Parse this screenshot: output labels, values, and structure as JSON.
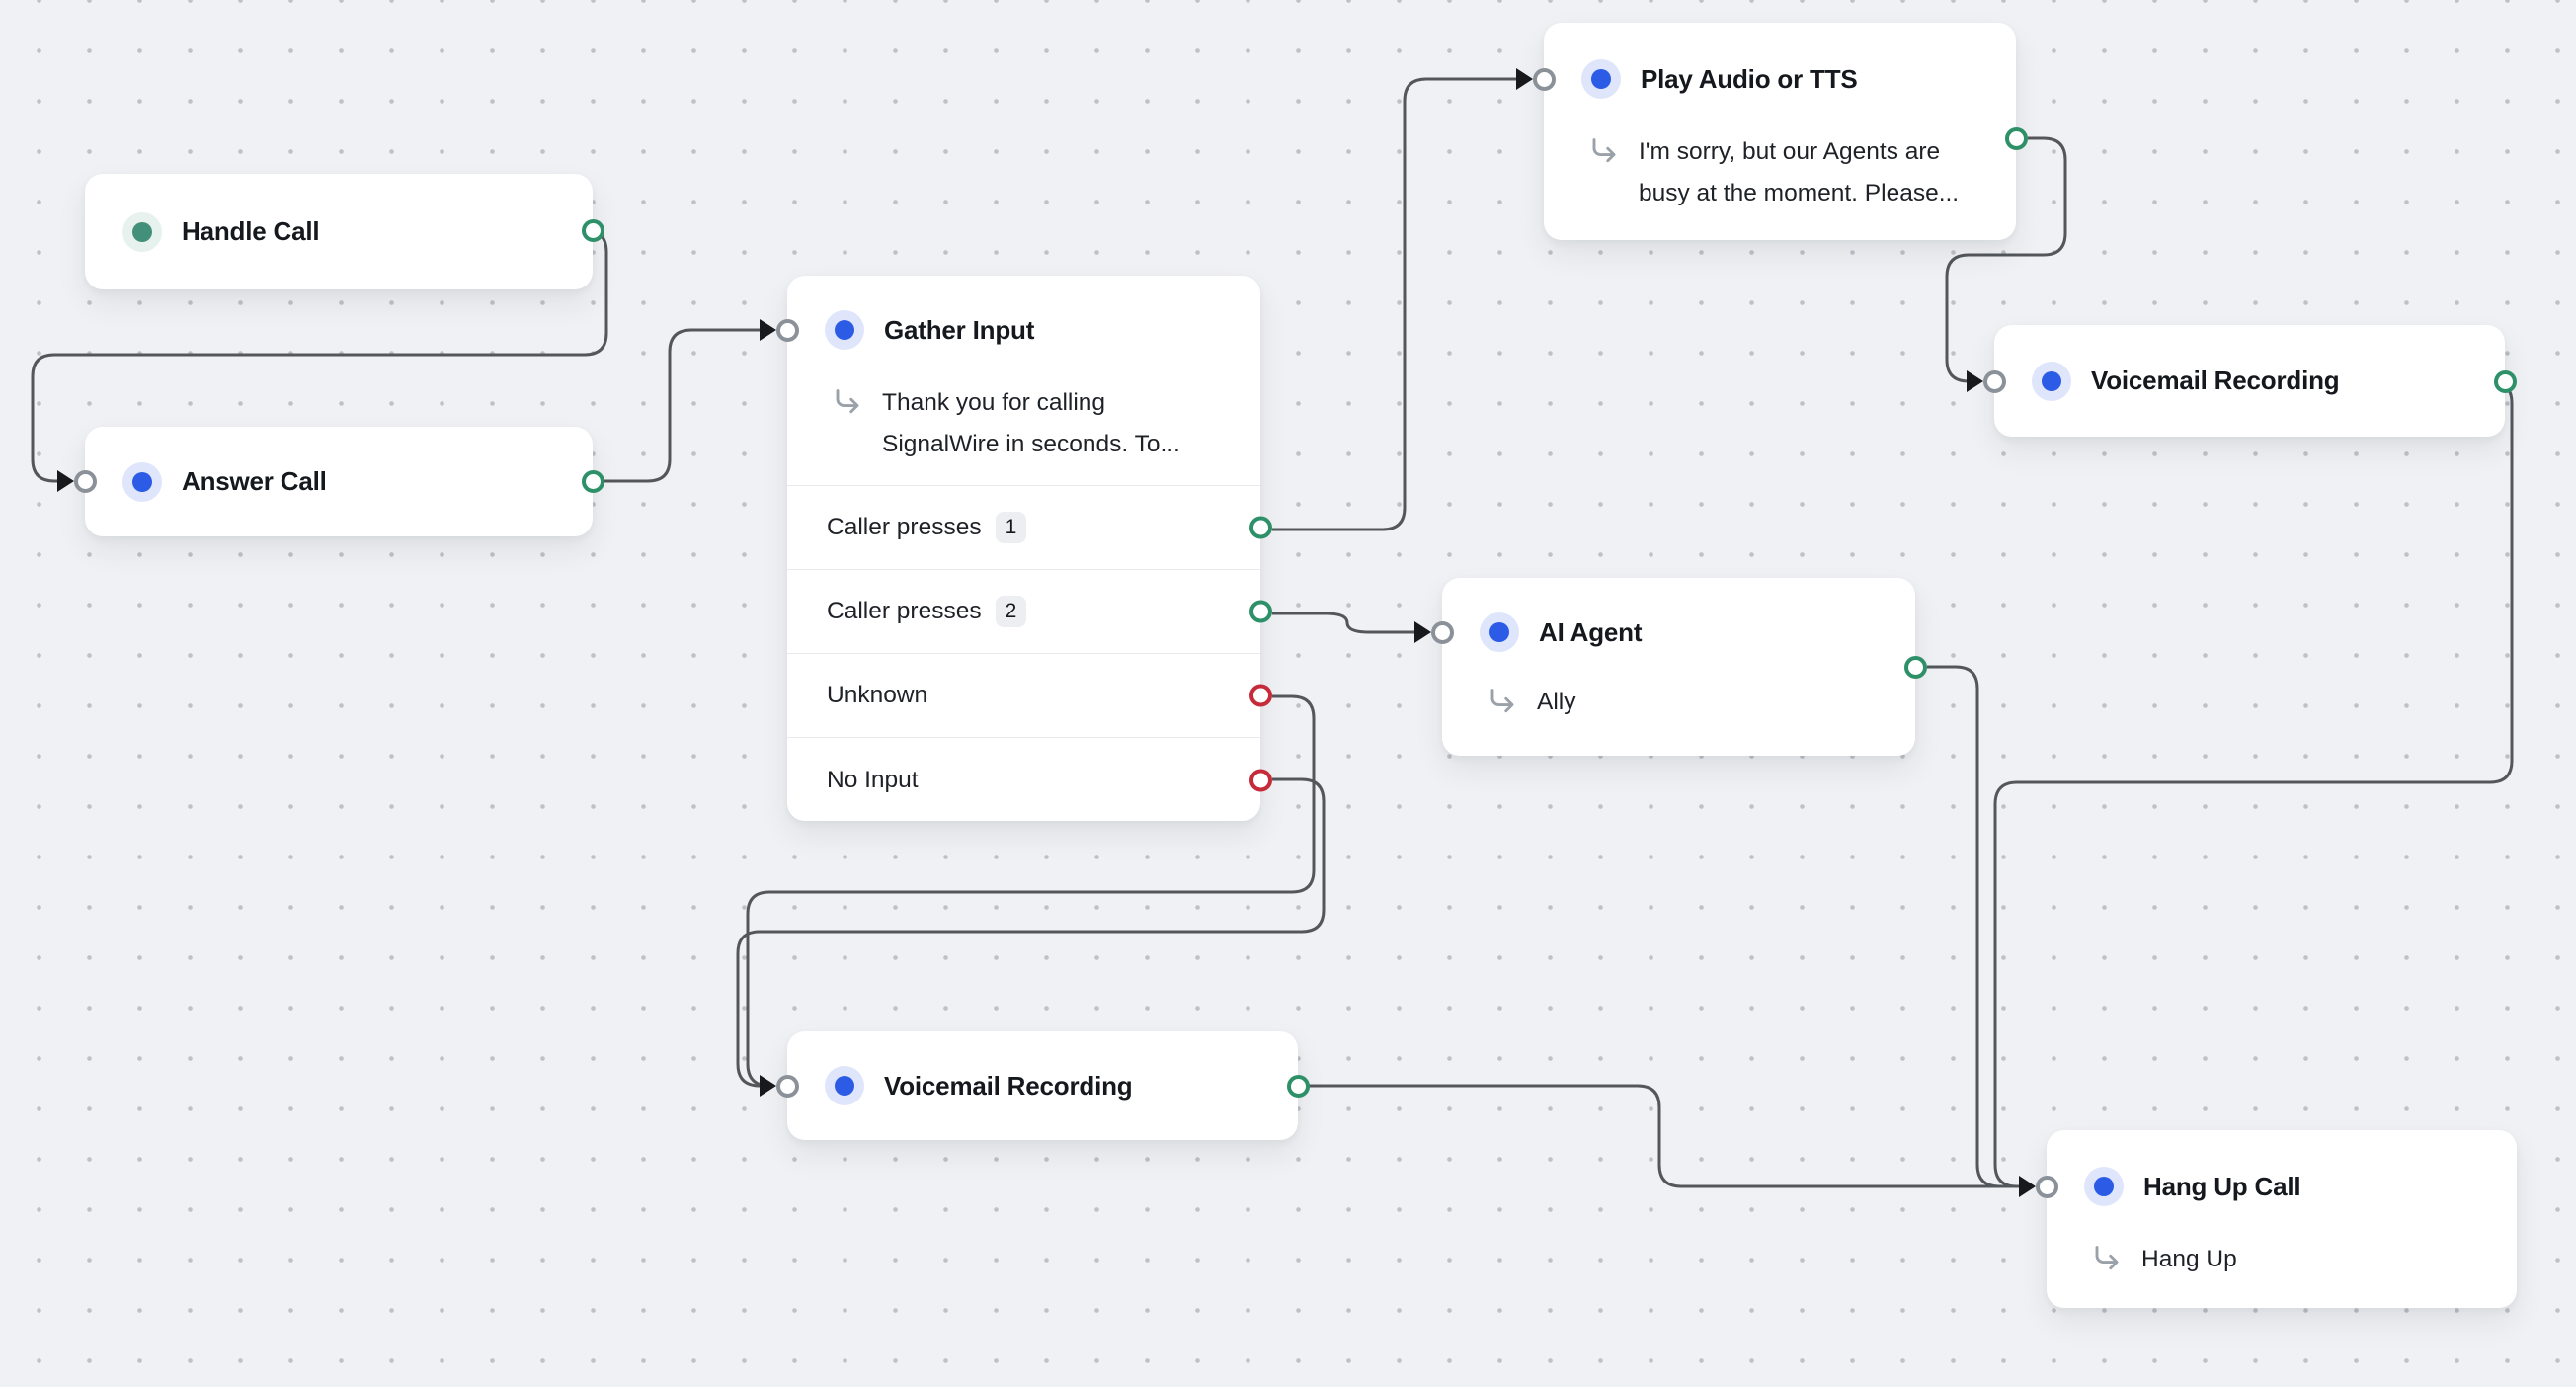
{
  "canvas": {
    "background_color": "#f0f1f4",
    "grid_dot_color": "#9499a3",
    "edge_color": "#53575c",
    "port_success_color": "#2e9068",
    "port_failure_color": "#c52b39",
    "port_input_color": "#8b9198",
    "node_accent_blue": "#2c5ce6",
    "node_accent_teal": "#43907a"
  },
  "nodes": {
    "handle_call": {
      "title": "Handle Call"
    },
    "answer_call": {
      "title": "Answer Call"
    },
    "gather_input": {
      "title": "Gather Input",
      "subtitle": "Thank you for calling SignalWire in seconds. To...",
      "rows": [
        {
          "label": "Caller presses",
          "badge": "1",
          "port": "green"
        },
        {
          "label": "Caller presses",
          "badge": "2",
          "port": "green"
        },
        {
          "label": "Unknown",
          "port": "red"
        },
        {
          "label": "No Input",
          "port": "red"
        }
      ]
    },
    "play_audio": {
      "title": "Play Audio or TTS",
      "subtitle": "I'm sorry, but our Agents are busy at the moment. Please..."
    },
    "voicemail_right": {
      "title": "Voicemail Recording"
    },
    "ai_agent": {
      "title": "AI Agent",
      "subtitle": "Ally"
    },
    "voicemail_bottom": {
      "title": "Voicemail Recording"
    },
    "hang_up": {
      "title": "Hang Up Call",
      "subtitle": "Hang Up"
    }
  },
  "edges": [
    {
      "from": "handle_call",
      "to": "answer_call"
    },
    {
      "from": "answer_call",
      "to": "gather_input"
    },
    {
      "from": "gather_input.caller_presses_1",
      "to": "play_audio"
    },
    {
      "from": "gather_input.caller_presses_2",
      "to": "ai_agent"
    },
    {
      "from": "gather_input.unknown",
      "to": "voicemail_bottom"
    },
    {
      "from": "gather_input.no_input",
      "to": "voicemail_bottom"
    },
    {
      "from": "play_audio",
      "to": "voicemail_right"
    },
    {
      "from": "ai_agent",
      "to": "hang_up"
    },
    {
      "from": "voicemail_right",
      "to": "hang_up"
    },
    {
      "from": "voicemail_bottom",
      "to": "hang_up"
    }
  ]
}
